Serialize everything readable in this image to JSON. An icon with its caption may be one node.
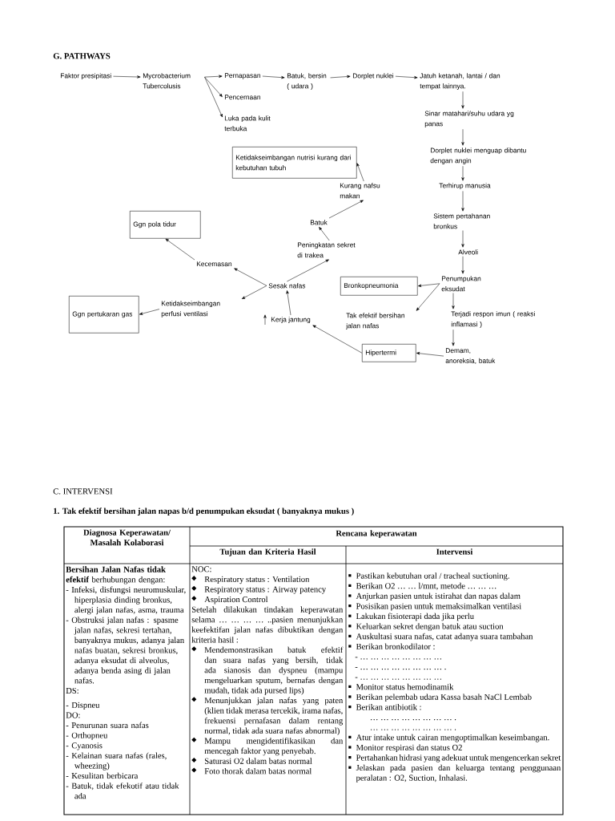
{
  "diagram": {
    "title": "G. PATHWAYS",
    "nodes": [
      {
        "text": [
          "Faktor presipitasi"
        ]
      },
      {
        "text": [
          "Mycrobacterium Tubercolusis"
        ]
      },
      {
        "text": [
          "Pernapasan"
        ]
      },
      {
        "text": [
          "Pencernaan"
        ]
      },
      {
        "text": [
          "Luka pada kulit terbuka"
        ]
      },
      {
        "text": [
          "Batuk, bersin ( udara )"
        ]
      },
      {
        "text": [
          "Dorplet nuklei"
        ]
      },
      {
        "text": [
          "Jatuh ketanah, lantai / dan tempat lainnya."
        ]
      },
      {
        "text": [
          "Sinar matahari/suhu udara yg panas"
        ]
      },
      {
        "text": [
          "Ketidakseimbangan nutrisi kurang dari kebutuhan tubuh"
        ]
      },
      {
        "text": [
          "Dorplet nuklei menguap dibantu dengan angin"
        ]
      },
      {
        "text": [
          "Terhirup manusia"
        ]
      },
      {
        "text": [
          "Kurang nafsu makan"
        ]
      },
      {
        "text": [
          "Ggn pola tidur"
        ]
      },
      {
        "text": [
          "Sistem pertahanan bronkus"
        ]
      },
      {
        "text": [
          "Batuk"
        ]
      },
      {
        "text": [
          "Peningkatan sekret di trakea"
        ]
      },
      {
        "text": [
          "Alveoli"
        ]
      },
      {
        "text": [
          "Kecemasan"
        ]
      },
      {
        "text": [
          "Sesak nafas"
        ]
      },
      {
        "text": [
          "Bronkopneumonia"
        ]
      },
      {
        "text": [
          "Penumpukan eksudat"
        ]
      },
      {
        "text": [
          "Ggn pertukaran gas"
        ]
      },
      {
        "text": [
          "Ketidakseimbangan perfusi ventilasi"
        ]
      },
      {
        "text": [
          "Kerja jantung"
        ]
      },
      {
        "text": [
          "Tak efektif bersihan jalan nafas"
        ]
      },
      {
        "text": [
          "Terjadi respon imun ( reaksi inflamasi )"
        ]
      },
      {
        "text": [
          "Hipertermi"
        ]
      },
      {
        "text": [
          "Demam, anoreksia, batuk"
        ]
      }
    ],
    "edges": [
      {
        "from": 0,
        "to": 1,
        "arrow": "to"
      },
      {
        "from": 1,
        "to": 2,
        "arrow": "to"
      },
      {
        "from": 1,
        "to": 3,
        "arrow": "to"
      },
      {
        "from": 1,
        "to": 4,
        "arrow": "to"
      },
      {
        "from": 2,
        "to": 5,
        "arrow": "to"
      },
      {
        "from": 5,
        "to": 6,
        "arrow": "to"
      },
      {
        "from": 6,
        "to": 7,
        "arrow": "to"
      },
      {
        "from": 7,
        "to": 8,
        "arrow": "to"
      },
      {
        "from": 8,
        "to": 10,
        "arrow": "to"
      },
      {
        "from": 10,
        "to": 11,
        "arrow": "to"
      },
      {
        "from": 11,
        "to": 14,
        "arrow": "to"
      },
      {
        "from": 14,
        "to": 17,
        "arrow": "to"
      },
      {
        "from": 17,
        "to": 21,
        "arrow": "to"
      },
      {
        "from": 21,
        "to": 26,
        "arrow": "to"
      },
      {
        "from": 26,
        "to": 28,
        "arrow": "to"
      },
      {
        "from": 28,
        "to": 27,
        "arrow": "to"
      },
      {
        "from": 27,
        "to": 24,
        "arrow": "to"
      },
      {
        "from": 24,
        "to": 19,
        "arrow": "to"
      },
      {
        "from": 19,
        "to": 18,
        "arrow": "to"
      },
      {
        "from": 19,
        "to": 23,
        "arrow": "to"
      },
      {
        "from": 19,
        "to": 16,
        "arrow": "to"
      },
      {
        "from": 16,
        "to": 15,
        "arrow": "to"
      },
      {
        "from": 15,
        "to": 12,
        "arrow": "to"
      },
      {
        "from": 12,
        "to": 9,
        "arrow": "to"
      },
      {
        "from": 18,
        "to": 13,
        "arrow": "to"
      },
      {
        "from": 23,
        "to": 22,
        "arrow": "to"
      },
      {
        "from": 21,
        "to": 20,
        "arrow": "to"
      },
      {
        "from": 21,
        "to": 25,
        "arrow": "to"
      }
    ],
    "labels": [
      "C. INTERVENSI",
      "1. Tak efektif bersihan jalan napas b/d penumpukan eksudat ( banyaknya mukus )",
      "Diagnosa Keperawatan/ Masalah Kolaborasi",
      "Rencana keperawatan",
      "Tujuan dan Kriteria Hasil",
      "Intervensi",
      "**Bersihan Jalan Nafas tidak efektif** berhubungan dengan:",
      "- Infeksi, disfungsi neuromuskular, hiperplasia dinding bronkus, alergi jalan nafas, asma, trauma",
      "- Obstruksi jalan nafas : spasme jalan nafas, sekresi tertahan, banyaknya mukus, adanya jalan nafas buatan, sekresi bronkus, adanya eksudat di alveolus, adanya benda asing di jalan nafas.",
      "DS:",
      "- Dispneu",
      "DO:",
      "- Penurunan suara nafas",
      "- Orthopneu",
      "- Cyanosis",
      "- Kelainan suara nafas (rales, wheezing)",
      "- Kesulitan berbicara",
      "- Batuk, tidak efekotif atau tidak ada",
      "NOC:",
      "Respiratory status : Ventilation",
      "Respiratory status : Airway patency",
      "Aspiration Control",
      "Setelah dilakukan tindakan keperawatan selama … … … … ..pasien menunjukkan keefektifan jalan nafas dibuktikan dengan kriteria hasil :",
      "Mendemonstrasikan batuk efektif dan suara nafas yang bersih, tidak ada sianosis dan dyspneu (mampu mengeluarkan sputum, bernafas dengan mudah, tidak ada pursed lips)",
      "Menunjukkan jalan nafas yang paten (klien tidak merasa tercekik, irama nafas, frekuensi pernafasan dalam rentang normal, tidak ada suara nafas abnormal)",
      "Mampu mengidentifikasikan dan mencegah faktor yang penyebab.",
      "Saturasi O2 dalam batas normal",
      "Foto thorak dalam batas normal",
      "Pastikan kebutuhan oral / tracheal suctioning.",
      "Berikan O2 … … l/mnt, metode … … …",
      "Anjurkan pasien untuk istirahat dan napas dalam",
      "Posisikan pasien untuk memaksimalkan ventilasi",
      "Lakukan fisioterapi dada jika perlu",
      "Keluarkan sekret dengan batuk atau suction",
      "Auskultasi suara nafas, catat adanya suara tambahan",
      "Berikan bronkodilator :",
      "- … … … … … … … …",
      "- … … … … … … … … .",
      "- … … … … … … … …",
      "Monitor status hemodinamik",
      "Berikan pelembab udara Kassa basah NaCl Lembab",
      "Berikan antibiotik :",
      "… … … … … … … … .",
      "… … … … … … … … .",
      "Atur intake untuk cairan mengoptimalkan keseimbangan.",
      "Monitor respirasi dan status O2",
      "Pertahankan hidrasi yang adekuat untuk mengencerkan sekret",
      "Jelaskan pada pasien dan keluarga tentang penggunaan peralatan : O2, Suction, Inhalasi."
    ]
  }
}
